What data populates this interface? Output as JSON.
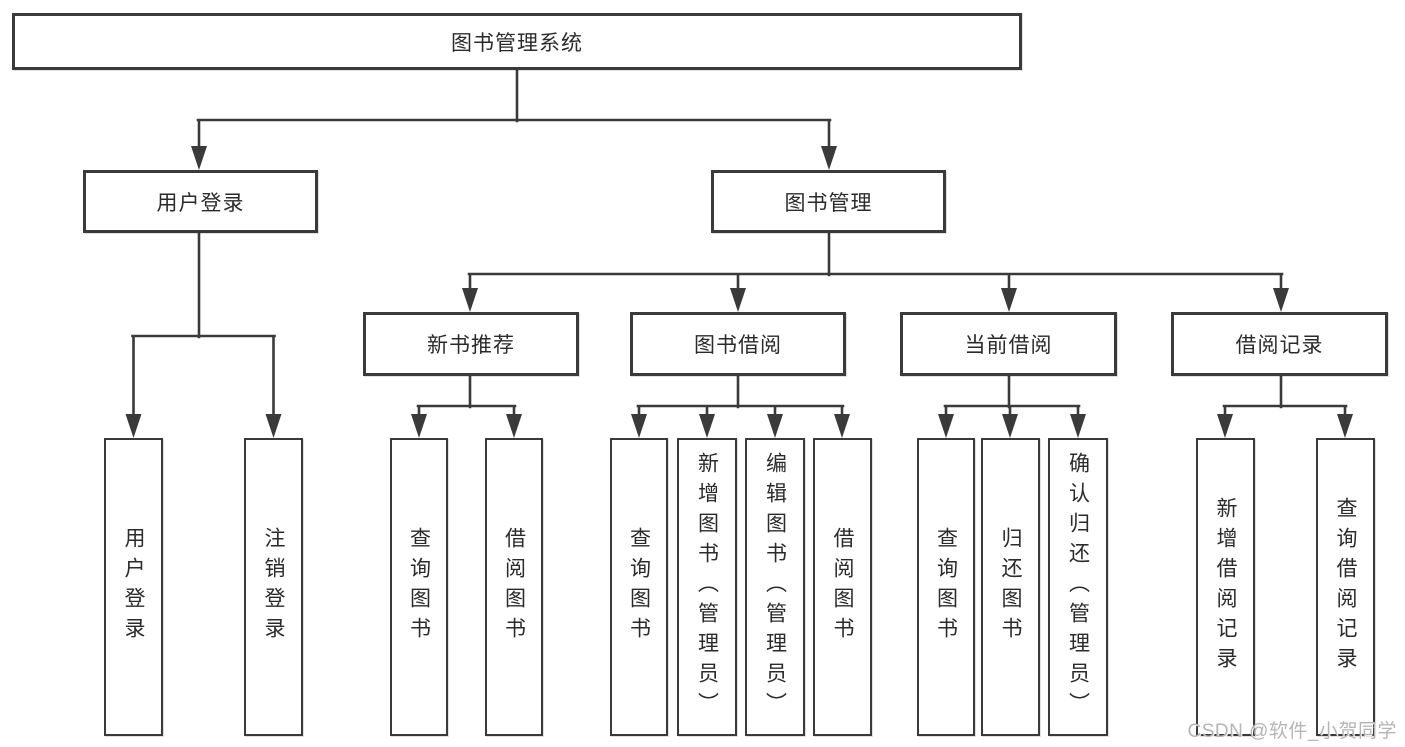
{
  "title": "图书管理系统",
  "nodes": [
    {
      "id": "root",
      "label": "图书管理系统",
      "parent": null
    },
    {
      "id": "user-login",
      "label": "用户登录",
      "parent": "root"
    },
    {
      "id": "book-management",
      "label": "图书管理",
      "parent": "root"
    },
    {
      "id": "new-book-recommend",
      "label": "新书推荐",
      "parent": "book-management"
    },
    {
      "id": "book-borrow",
      "label": "图书借阅",
      "parent": "book-management"
    },
    {
      "id": "current-borrow",
      "label": "当前借阅",
      "parent": "book-management"
    },
    {
      "id": "borrow-records",
      "label": "借阅记录",
      "parent": "book-management"
    },
    {
      "id": "leaf-user-login",
      "label": "用户登录",
      "parent": "user-login"
    },
    {
      "id": "leaf-logout",
      "label": "注销登录",
      "parent": "user-login"
    },
    {
      "id": "leaf-search-books-1",
      "label": "查询图书",
      "parent": "new-book-recommend"
    },
    {
      "id": "leaf-borrow-books-1",
      "label": "借阅图书",
      "parent": "new-book-recommend"
    },
    {
      "id": "leaf-search-books-2",
      "label": "查询图书",
      "parent": "book-borrow"
    },
    {
      "id": "leaf-add-book-admin",
      "label": "新增图书（管理员）",
      "parent": "book-borrow"
    },
    {
      "id": "leaf-edit-book-admin",
      "label": "编辑图书（管理员）",
      "parent": "book-borrow"
    },
    {
      "id": "leaf-borrow-books-2",
      "label": "借阅图书",
      "parent": "book-borrow"
    },
    {
      "id": "leaf-search-books-3",
      "label": "查询图书",
      "parent": "current-borrow"
    },
    {
      "id": "leaf-return-book",
      "label": "归还图书",
      "parent": "current-borrow"
    },
    {
      "id": "leaf-confirm-return",
      "label": "确认归还（管理员）",
      "parent": "current-borrow"
    },
    {
      "id": "leaf-add-record",
      "label": "新增借阅记录",
      "parent": "borrow-records"
    },
    {
      "id": "leaf-search-record",
      "label": "查询借阅记录",
      "parent": "borrow-records"
    }
  ],
  "watermark": "CSDN @软件_小贺同学",
  "colors": {
    "line": "#3a3a3a",
    "box_border": "#3a3a3a",
    "text": "#2b2b2b",
    "watermark": "#b5b5b5",
    "background": "#ffffff"
  }
}
